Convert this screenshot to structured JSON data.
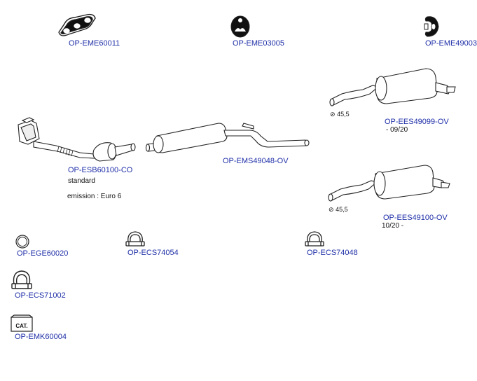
{
  "parts": {
    "gasket": "OP-EME60011",
    "hanger_round": "OP-EME03005",
    "hanger_side": "OP-EME49003",
    "cat_front": "OP-ESB60100-CO",
    "middle_box": "OP-EMS49048-OV",
    "rear_box_a": "OP-EES49099-OV",
    "rear_box_b": "OP-EES49100-OV",
    "ring": "OP-EGE60020",
    "clamp_a": "OP-ECS74054",
    "clamp_b": "OP-ECS74048",
    "clamp_c": "OP-ECS71002",
    "cat_kit": "OP-EMK60004"
  },
  "notes": {
    "cat_standard": "standard",
    "cat_emission": "emission : Euro 6",
    "rear_a_date": "- 09/20",
    "rear_b_date": "10/20 -",
    "rear_a_diameter": "45,5",
    "rear_b_diameter": "45,5",
    "cat_kit_badge": "CAT."
  },
  "icons": {
    "diameter": "diameter-icon"
  },
  "colors": {
    "link": "#1f2fa8",
    "stroke": "#222222"
  }
}
